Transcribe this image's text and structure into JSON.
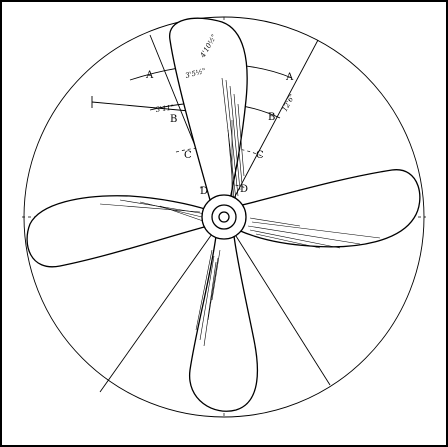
{
  "labels": {
    "a_left": "A",
    "a_right": "A",
    "b_left": "B",
    "b_right": "B",
    "c_left": "C",
    "c_right": "C",
    "d_left": "D",
    "d_right": "D"
  },
  "dimensions": {
    "blade_width_a": "3'5½\"",
    "blade_width_b": "3'11\"",
    "tip_radius": "4'10½\"",
    "pitch": "12'6\""
  }
}
